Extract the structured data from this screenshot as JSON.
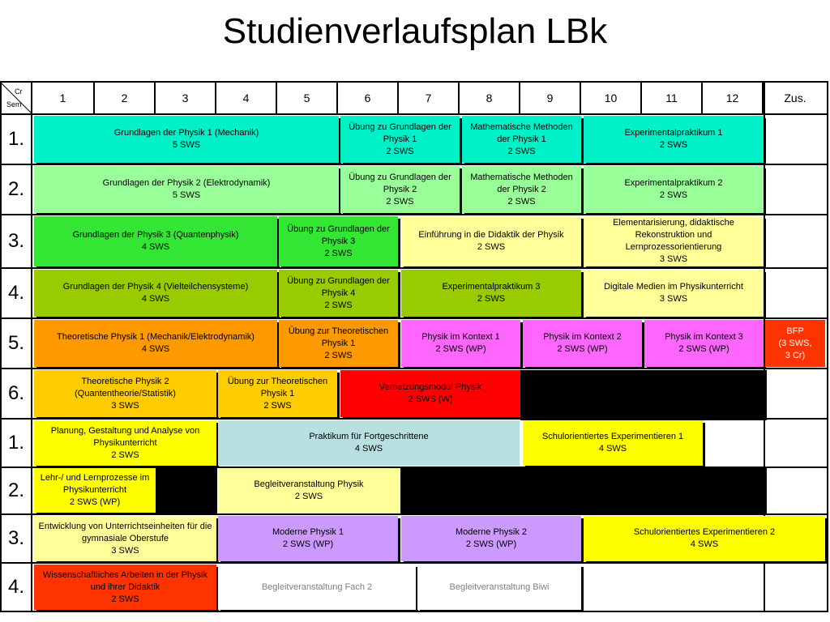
{
  "title": "Studienverlaufsplan LBk",
  "corner": {
    "top": "Cr",
    "bottom": "Sem"
  },
  "columns": [
    "1",
    "2",
    "3",
    "4",
    "5",
    "6",
    "7",
    "8",
    "9",
    "10",
    "11",
    "12",
    "Zus."
  ],
  "semesters": [
    "1.",
    "2.",
    "3.",
    "4.",
    "5.",
    "6.",
    "1.",
    "2.",
    "3.",
    "4."
  ],
  "colors": {
    "turquoise": "#00f0c8",
    "lightgreen": "#99ff99",
    "green": "#33e633",
    "olive": "#99cc00",
    "orange": "#ff9900",
    "magenta": "#ff66ff",
    "yellow": "#ffcc00",
    "lightyellow": "#ffff99",
    "brightyellow": "#ffff00",
    "red": "#ff0000",
    "lightblue": "#b8e0e0",
    "purple": "#cc99ff",
    "redorange": "#ff3300"
  },
  "cells": {
    "r1c1": [
      "Grundlagen der Physik 1 (Mechanik)",
      "5 SWS"
    ],
    "r1c2": [
      "Übung zu Grundlagen der Physik 1",
      "2 SWS"
    ],
    "r1c3": [
      "Mathematische Methoden der Physik 1",
      "2 SWS"
    ],
    "r1c4": [
      "Experimentalpraktikum 1",
      "2 SWS"
    ],
    "r2c1": [
      "Grundlagen der Physik 2 (Elektrodynamik)",
      "5 SWS"
    ],
    "r2c2": [
      "Übung zu Grundlagen der Physik 2",
      "2 SWS"
    ],
    "r2c3": [
      "Mathematische Methoden der Physik 2",
      "2 SWS"
    ],
    "r2c4": [
      "Experimentalpraktikum 2",
      "2 SWS"
    ],
    "r3c1": [
      "Grundlagen der Physik 3 (Quantenphysik)",
      "4 SWS"
    ],
    "r3c2": [
      "Übung zu Grundlagen der Physik 3",
      "2 SWS"
    ],
    "r3c3": [
      "Einführung in die Didaktik der Physik",
      "2 SWS"
    ],
    "r3c4": [
      "Elementarisierung, didaktische Rekonstruktion und Lernprozessorientierung",
      "3 SWS"
    ],
    "r4c1": [
      "Grundlagen der Physik 4 (Vielteilchensysteme)",
      "4 SWS"
    ],
    "r4c2": [
      "Übung zu Grundlagen der Physik 4",
      "2 SWS"
    ],
    "r4c3": [
      "Experimentalpraktikum 3",
      "2 SWS"
    ],
    "r4c4": [
      "Digitale Medien im Physikunterricht",
      "3 SWS"
    ],
    "r5c1": [
      "Theoretische Physik 1 (Mechanik/Elektrodynamik)",
      "4 SWS"
    ],
    "r5c2": [
      "Übung zur Theoretischen Physik 1",
      "2 SWS"
    ],
    "r5c3": [
      "Physik im Kontext 1",
      "2 SWS (WP)"
    ],
    "r5c4": [
      "Physik im Kontext 2",
      "2 SWS (WP)"
    ],
    "r5c5": [
      "Physik im Kontext 3",
      "2 SWS (WP)"
    ],
    "r5c6": [
      "BFP",
      "(3 SWS,",
      "3 Cr)"
    ],
    "r6c1": [
      "Theoretische Physik 2 (Quantentheorie/Statistik)",
      "3 SWS"
    ],
    "r6c2": [
      "Übung zur Theoretischen Physik 1",
      "2 SWS"
    ],
    "r6c3": [
      "Vernetzungsmodul Physik",
      "2 SWS (W)"
    ],
    "m1c1": [
      "Planung, Gestaltung und Analyse von Physikunterricht",
      "2 SWS"
    ],
    "m1c2": [
      "Praktikum für Fortgeschrittene",
      "4 SWS"
    ],
    "m1c3": [
      "Schulorientiertes Experimentieren 1",
      "4 SWS"
    ],
    "m2c1": [
      "Lehr-/ und Lernprozesse im Physikunterricht",
      "2 SWS (WP)"
    ],
    "m2c2": [
      "Begleitveranstaltung Physik",
      "2 SWS"
    ],
    "m3c1": [
      "Entwicklung von Unterrichtseinheiten für die gymnasiale Oberstufe",
      "3 SWS"
    ],
    "m3c2": [
      "Moderne Physik 1",
      "2 SWS (WP)"
    ],
    "m3c3": [
      "Moderne Physik 2",
      "2 SWS (WP)"
    ],
    "m3c4": [
      "Schulorientiertes Experimentieren 2",
      "4 SWS"
    ],
    "m4c1": [
      "Wissenschaftliches Arbeiten in der Physik und ihrer Didaktik",
      "2 SWS"
    ],
    "m4c2": [
      "Begleitveranstaltung Fach 2"
    ],
    "m4c3": [
      "Begleitveranstaltung Biwi"
    ]
  }
}
